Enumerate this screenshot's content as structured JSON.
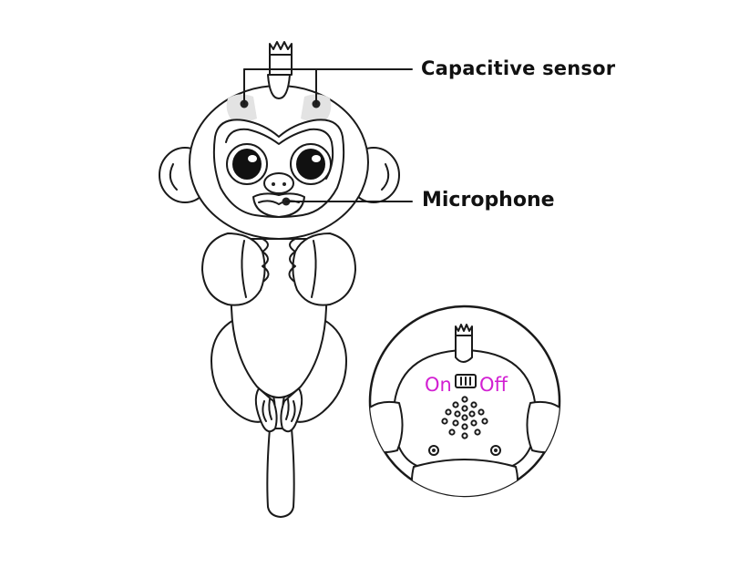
{
  "callouts": {
    "capacitive_sensor": "Capacitive sensor",
    "microphone": "Microphone"
  },
  "switch": {
    "on_label": "On",
    "off_label": "Off",
    "label_color": "#d21fd2"
  },
  "icons": [
    "monkey-front-illustration",
    "monkey-back-detail-circle",
    "speaker-grille-icon",
    "power-switch-icon"
  ]
}
